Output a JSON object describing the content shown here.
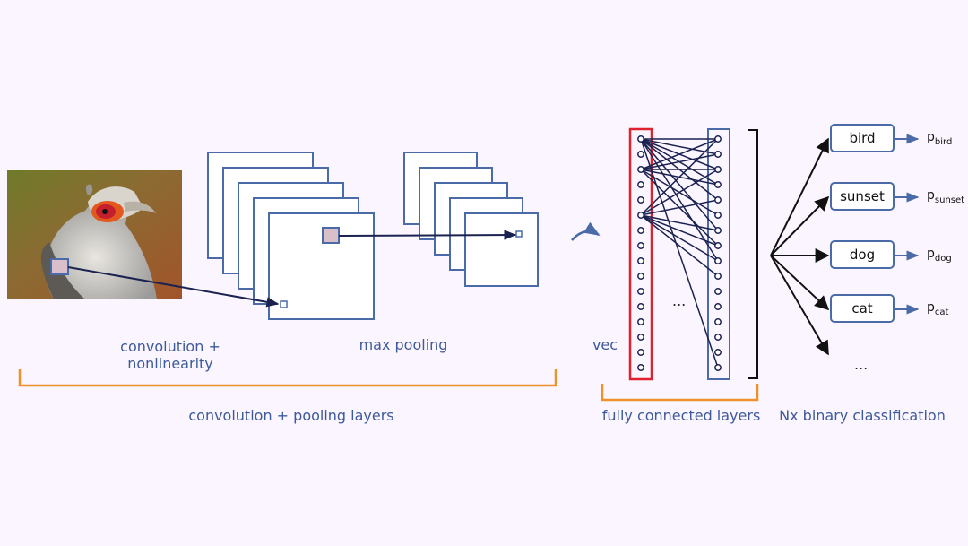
{
  "labels": {
    "conv_line1": "convolution +",
    "conv_line2": "nonlinearity",
    "max_pooling": "max pooling",
    "conv_pool_layers": "convolution + pooling layers",
    "vec": "vec",
    "fc_layers": "fully connected layers",
    "nx_binary": "Nx binary classification"
  },
  "classes": [
    {
      "name": "bird",
      "prob_base": "p",
      "prob_sub": "bird"
    },
    {
      "name": "sunset",
      "prob_base": "p",
      "prob_sub": "sunset"
    },
    {
      "name": "dog",
      "prob_base": "p",
      "prob_sub": "dog"
    },
    {
      "name": "cat",
      "prob_base": "p",
      "prob_sub": "cat"
    }
  ],
  "more_classes": "...",
  "fc_ellipsis": "...",
  "colors": {
    "layer_blue": "#4a6aa8",
    "text_blue": "#3d5a9b",
    "bracket_orange": "#f0902a",
    "vector_red": "#e0222e",
    "arrow_dark": "#1a2250"
  }
}
